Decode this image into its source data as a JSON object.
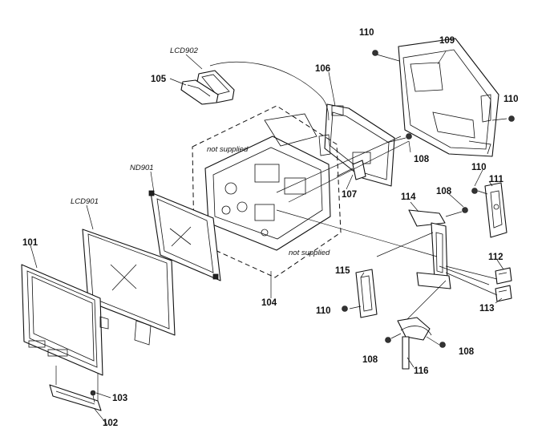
{
  "callouts": {
    "p101": "101",
    "p102": "102",
    "p103": "103",
    "p104": "104",
    "p105": "105",
    "p106": "106",
    "p107": "107",
    "p108a": "108",
    "p108b": "108",
    "p108c": "108",
    "p108d": "108",
    "p109": "109",
    "p110a": "110",
    "p110b": "110",
    "p110c": "110",
    "p110d": "110",
    "p111": "111",
    "p112": "112",
    "p113": "113",
    "p114": "114",
    "p115": "115",
    "p116": "116",
    "lcd901": "LCD901",
    "lcd902": "LCD902",
    "nd901": "ND901"
  },
  "notes": {
    "not_supplied_1": "not supplied",
    "not_supplied_2": "not supplied"
  }
}
